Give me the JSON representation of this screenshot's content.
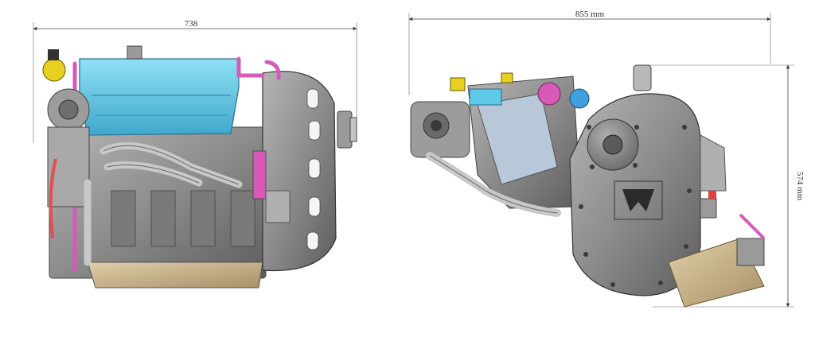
{
  "figure": {
    "side_view": {
      "width_label": "738"
    },
    "front_view": {
      "width_label": "855 mm",
      "height_label": "574 mm"
    }
  },
  "colors": {
    "casing": "#8a8a8a",
    "casing_dark": "#5e5e5e",
    "casing_light": "#b8b8b8",
    "coolant_tank": "#5ec8e8",
    "hoses": "#d85ab8",
    "sump": "#c8b48a",
    "cap_yellow": "#e8d020",
    "dimension_line": "#444444"
  }
}
